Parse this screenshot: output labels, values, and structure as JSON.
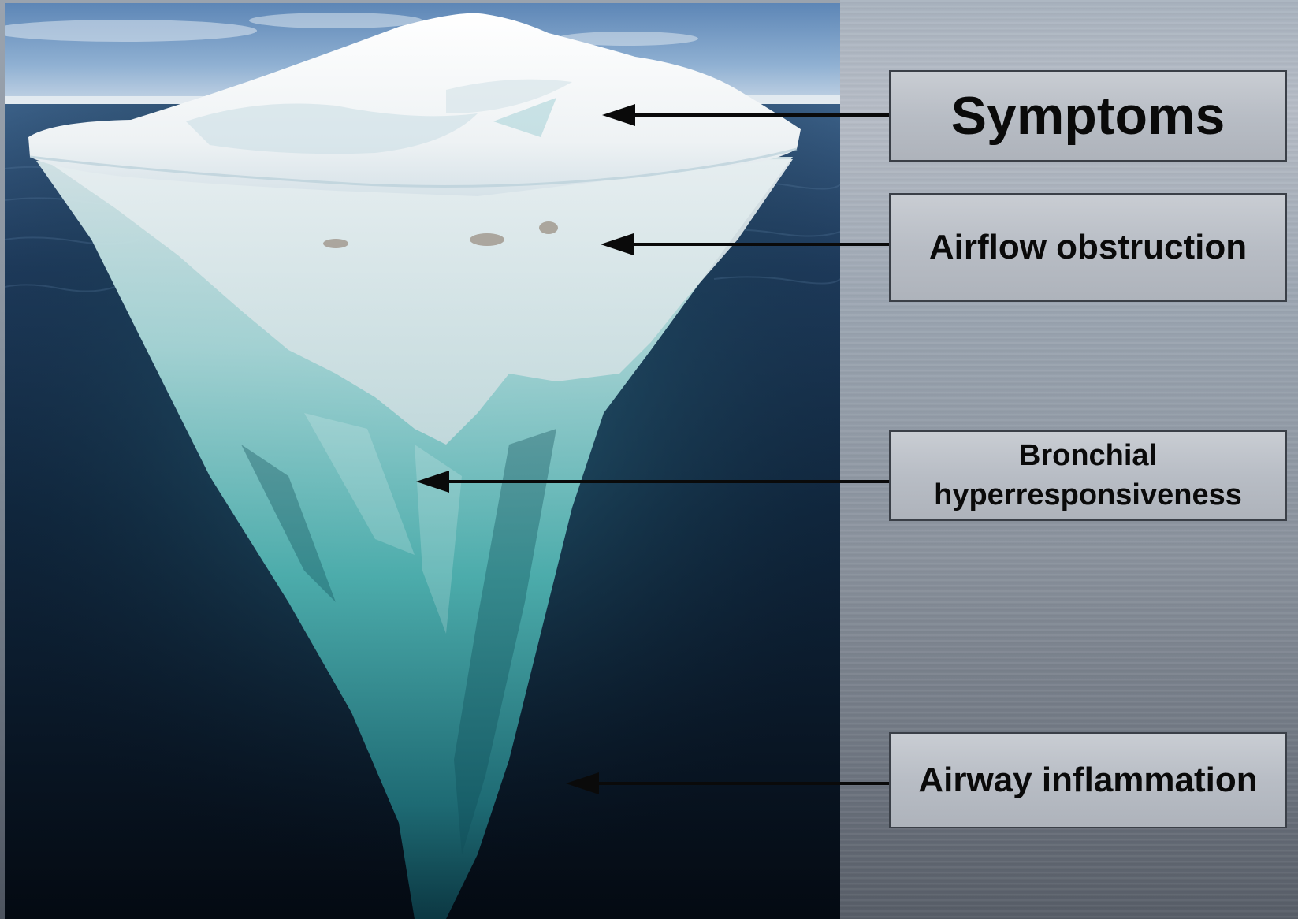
{
  "labels": {
    "symptoms": "Symptoms",
    "airflow_obstruction": "Airflow obstruction",
    "bronchial_line1": "Bronchial",
    "bronchial_line2": "hyperresponsiveness",
    "airway_inflammation": "Airway inflammation"
  },
  "colors": {
    "label_box_fill": "#bcc1c8",
    "label_box_border": "#3a3f47",
    "arrow": "#0a0a0a",
    "ice_white": "#f4f6f7",
    "underwater_teal": "#4fb2b0",
    "deep_water": "#0a1622"
  },
  "icons": [
    "arrow-icon"
  ]
}
